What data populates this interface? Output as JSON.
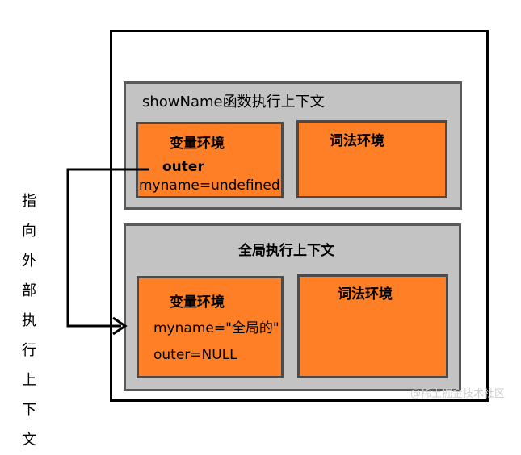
{
  "top_context": {
    "title": "showName函数执行上下文",
    "variable_env": {
      "label": "变量环境",
      "outer": "outer",
      "myname": "myname=undefined"
    },
    "lexical_env": {
      "label": "词法环境"
    }
  },
  "global_context": {
    "title": "全局执行上下文",
    "variable_env": {
      "label": "变量环境",
      "myname": "myname=\"全局的\"",
      "outer": "outer=NULL"
    },
    "lexical_env": {
      "label": "词法环境"
    }
  },
  "arrow_note": "指向外部执行上下文",
  "watermark": "@稀土掘金技术社区"
}
